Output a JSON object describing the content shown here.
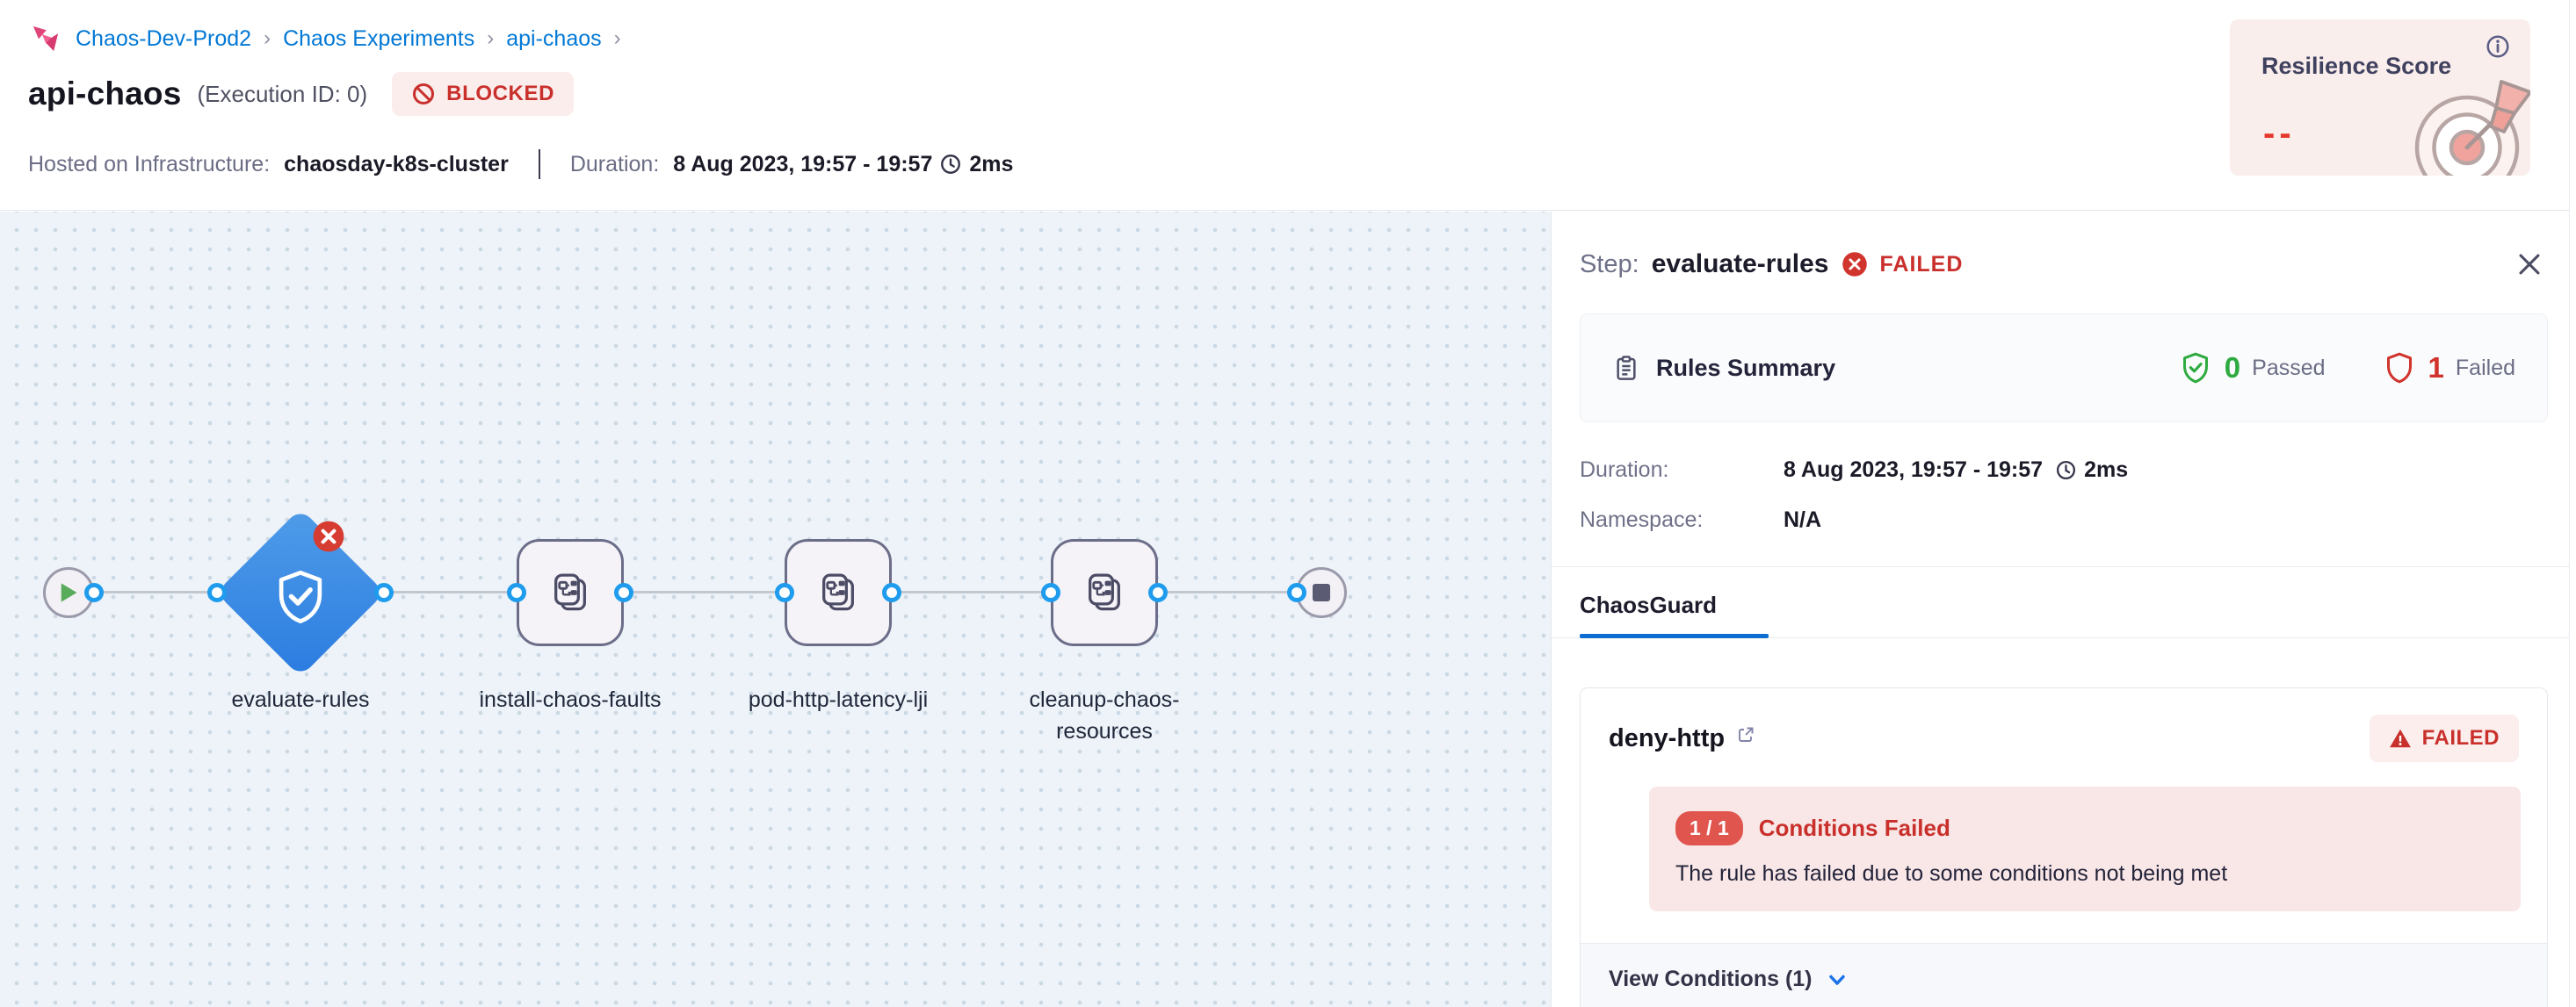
{
  "breadcrumb": {
    "items": [
      "Chaos-Dev-Prod2",
      "Chaos Experiments",
      "api-chaos"
    ],
    "separator": "›"
  },
  "header": {
    "title": "api-chaos",
    "execution_id": "(Execution ID: 0)",
    "status_badge": "BLOCKED",
    "infra_label": "Hosted on Infrastructure:",
    "infra_value": "chaosday-k8s-cluster",
    "duration_label": "Duration:",
    "duration_value": "8 Aug 2023, 19:57 - 19:57",
    "duration_ms": "2ms"
  },
  "resilience": {
    "title": "Resilience Score",
    "value": "--"
  },
  "pipeline": {
    "nodes": [
      {
        "label": "evaluate-rules",
        "type": "chaosguard",
        "status": "failed"
      },
      {
        "label": "install-chaos-faults",
        "type": "step"
      },
      {
        "label": "pod-http-latency-lji",
        "type": "step"
      },
      {
        "label": "cleanup-chaos-resources",
        "type": "step"
      }
    ]
  },
  "panel": {
    "step_label": "Step:",
    "step_name": "evaluate-rules",
    "step_status": "FAILED",
    "rules_summary": {
      "title": "Rules Summary",
      "passed_count": "0",
      "passed_label": "Passed",
      "failed_count": "1",
      "failed_label": "Failed"
    },
    "duration_label": "Duration:",
    "duration_value": "8 Aug 2023, 19:57 - 19:57",
    "duration_ms": "2ms",
    "namespace_label": "Namespace:",
    "namespace_value": "N/A",
    "tab": "ChaosGuard",
    "rule": {
      "name": "deny-http",
      "status": "FAILED",
      "conditions_ratio": "1 / 1",
      "conditions_title": "Conditions Failed",
      "conditions_message": "The rule has failed due to some conditions not being met",
      "footer": "View Conditions (1)"
    }
  },
  "icons": [
    "chaos-logo-icon",
    "blocked-icon",
    "info-icon",
    "target-illustration",
    "clock-icon",
    "play-icon",
    "stop-icon",
    "shield-check-icon",
    "x-circle-badge-icon",
    "manifest-stack-icon",
    "clipboard-icon",
    "shield-pass-icon",
    "shield-fail-icon",
    "close-icon",
    "external-link-icon",
    "warning-triangle-icon",
    "chevron-down-icon"
  ],
  "colors": {
    "link_blue": "#0278d5",
    "status_red": "#c9302c",
    "status_red_bg": "#fbedec",
    "pass_green": "#2eab40",
    "node_blue_top": "#4f9ce9",
    "node_blue_bottom": "#2b7ce0",
    "port_blue": "#1f9ced",
    "tab_underline": "#0d6dd1",
    "canvas_bg": "#edf3f8",
    "resilience_bg": "#faeeec",
    "alert_bg": "#f8e7e6"
  }
}
